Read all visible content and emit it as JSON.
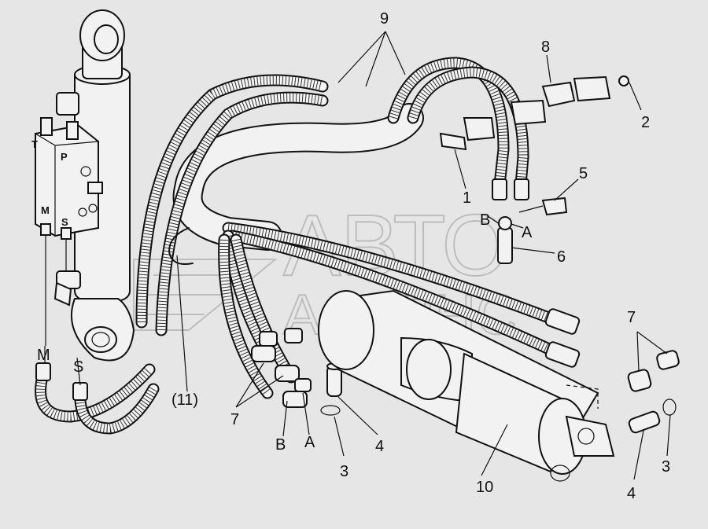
{
  "watermark": {
    "line1": "АВТО",
    "line2": "АЛЬЯНС"
  },
  "callouts": [
    {
      "id": "c9",
      "text": "9"
    },
    {
      "id": "c8",
      "text": "8"
    },
    {
      "id": "c2",
      "text": "2"
    },
    {
      "id": "c1",
      "text": "1"
    },
    {
      "id": "c5",
      "text": "5"
    },
    {
      "id": "cB_top",
      "text": "B"
    },
    {
      "id": "cA_top",
      "text": "A"
    },
    {
      "id": "c6",
      "text": "6"
    },
    {
      "id": "c7_right",
      "text": "7"
    },
    {
      "id": "c3_right",
      "text": "3"
    },
    {
      "id": "c4_right",
      "text": "4"
    },
    {
      "id": "c10",
      "text": "10"
    },
    {
      "id": "c11",
      "text": "(11)"
    },
    {
      "id": "c7_left",
      "text": "7"
    },
    {
      "id": "cB_left",
      "text": "B"
    },
    {
      "id": "cA_left",
      "text": "A"
    },
    {
      "id": "c3_left",
      "text": "3"
    },
    {
      "id": "c4_left",
      "text": "4"
    },
    {
      "id": "cM",
      "text": "M"
    },
    {
      "id": "cS",
      "text": "S"
    }
  ],
  "valve_ports": {
    "t": "T",
    "p": "P",
    "m": "M",
    "s": "S"
  }
}
